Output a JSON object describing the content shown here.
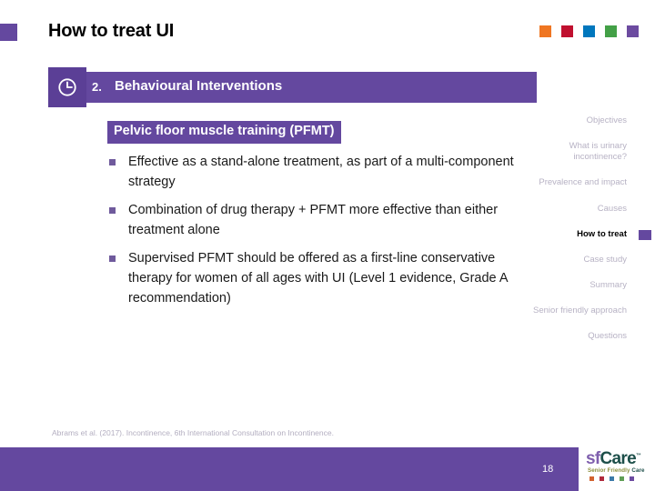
{
  "slide": {
    "title": "How to treat UI",
    "page_number": "18"
  },
  "header": {
    "squares": [
      {
        "name": "orange",
        "color": "#ef7622"
      },
      {
        "name": "crimson",
        "color": "#c0102f"
      },
      {
        "name": "blue",
        "color": "#0077bd"
      },
      {
        "name": "green",
        "color": "#43a047"
      },
      {
        "name": "purple",
        "color": "#6c4ba0"
      }
    ]
  },
  "section": {
    "icon": "clock-icon",
    "number": "2.",
    "label": "Behavioural Interventions"
  },
  "content": {
    "subheading": "Pelvic floor muscle training (PFMT)",
    "bullets": [
      "Effective as a stand-alone treatment, as part of a multi-component strategy",
      "Combination of drug therapy + PFMT more effective than either treatment alone",
      "Supervised PFMT should be offered as a first-line conservative therapy for women of all ages with UI (Level 1 evidence, Grade A recommendation)"
    ]
  },
  "side_nav": {
    "items": [
      {
        "label": "Objectives",
        "active": false
      },
      {
        "label": "What is urinary incontinence?",
        "active": false
      },
      {
        "label": "Prevalence and impact",
        "active": false
      },
      {
        "label": "Causes",
        "active": false
      },
      {
        "label": "How to treat",
        "active": true
      },
      {
        "label": "Case study",
        "active": false
      },
      {
        "label": "Summary",
        "active": false
      },
      {
        "label": "Senior friendly approach",
        "active": false
      },
      {
        "label": "Questions",
        "active": false
      }
    ]
  },
  "footer": {
    "citation": "Abrams et al. (2017). Incontinence, 6th International Consultation on Incontinence.",
    "logo": {
      "part1": "sf",
      "part2": "Care",
      "tm": "™",
      "tagline_a": "Senior Friendly ",
      "tagline_b": "Care",
      "dots": [
        "#d2622f",
        "#b02a3c",
        "#3b7aa8",
        "#5f9e55",
        "#6c4ba0"
      ]
    }
  },
  "theme": {
    "purple": "#64489f",
    "purple_dark": "#5b3f96",
    "bullet_marker": "#6f5a9c",
    "nav_inactive": "#b7b2c4"
  }
}
